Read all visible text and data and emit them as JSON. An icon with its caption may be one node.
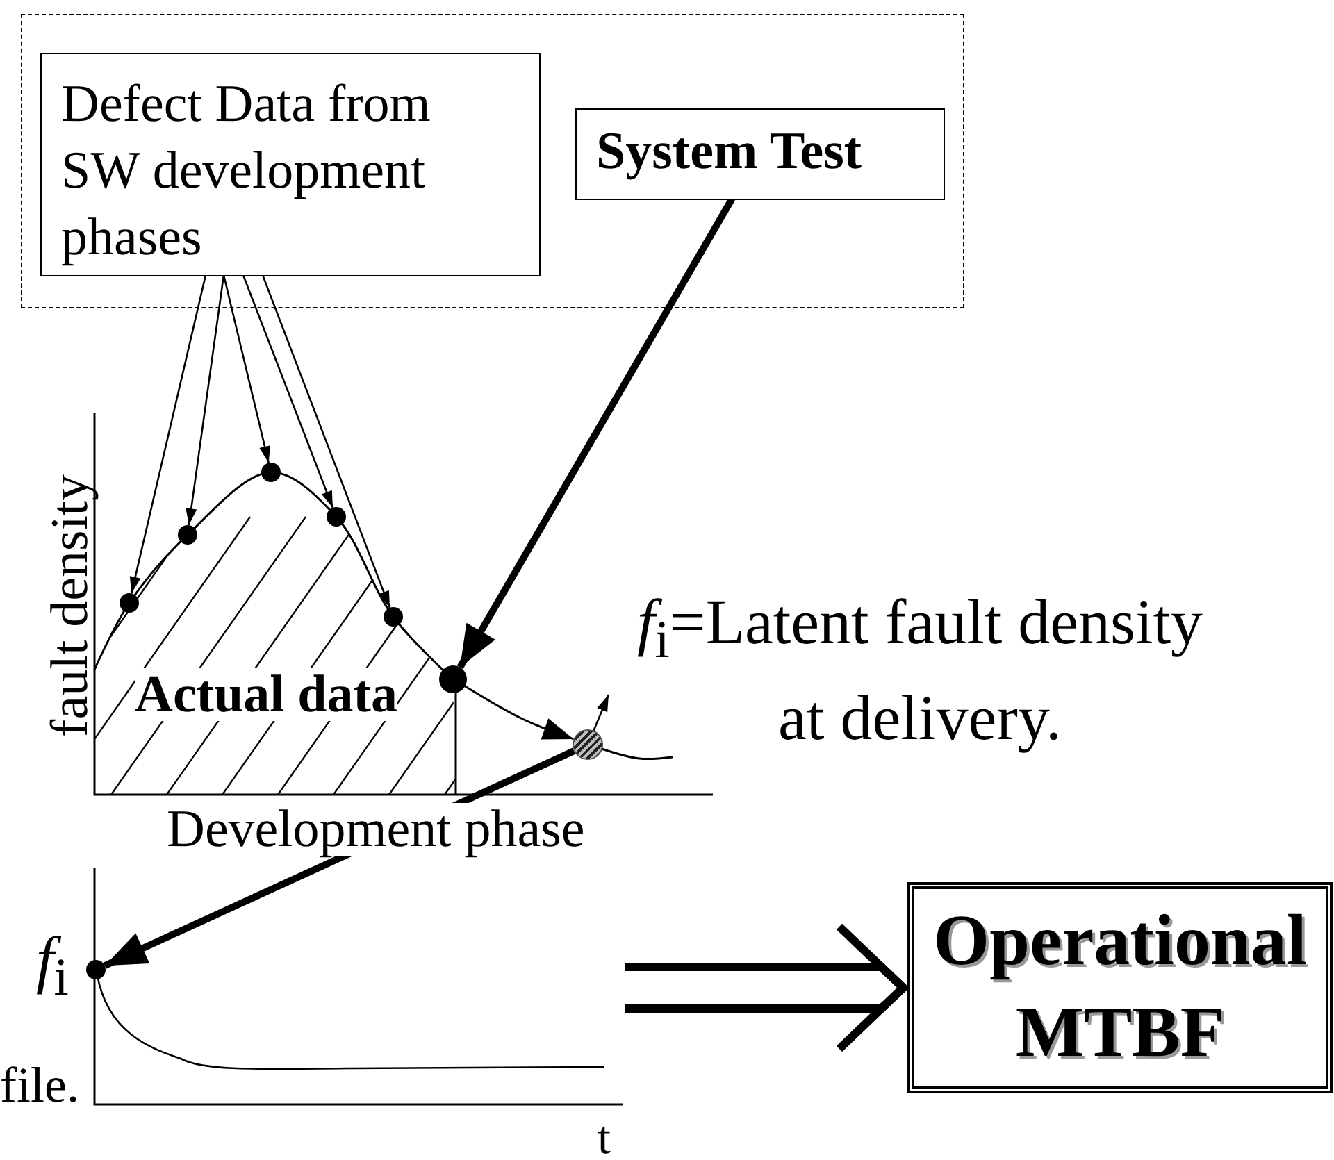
{
  "diagram": {
    "nodes": [
      {
        "text": [],
        "shape": "box"
      },
      {
        "text": [
          "Defect Data from SW development phases"
        ],
        "in": 0
      },
      {
        "text": [
          "System Test"
        ],
        "in": 0
      },
      {
        "text": [],
        "shape": "circle"
      },
      {
        "text": [],
        "shape": "circle"
      },
      {
        "text": [],
        "shape": "circle"
      },
      {
        "text": [],
        "shape": "circle"
      },
      {
        "text": [],
        "shape": "circle"
      },
      {
        "text": [],
        "shape": "circle"
      },
      {
        "text": [],
        "shape": "circle"
      },
      {
        "text": [
          "*f*$_{i}$=Latent fault density at delivery."
        ]
      },
      {
        "text": [],
        "shape": "picture"
      },
      {
        "text": [],
        "shape": "circle",
        "in": 11,
        "beside": [
          "*f*$_{i}$"
        ]
      },
      {
        "text": [
          "Operational MTBF"
        ]
      }
    ],
    "edges": [
      {
        "from": 1,
        "to": 3,
        "arrow": "to"
      },
      {
        "from": 1,
        "to": 4,
        "arrow": "to"
      },
      {
        "from": 1,
        "to": 5,
        "arrow": "to"
      },
      {
        "from": 1,
        "to": 6,
        "arrow": "to"
      },
      {
        "from": 1,
        "to": 7,
        "arrow": "to"
      },
      {
        "from": 2,
        "to": 8,
        "arrow": "to",
        "style": "thick"
      },
      {
        "from": 8,
        "to": 9,
        "arrow": "to"
      },
      {
        "from": 9,
        "to": 10,
        "arrow": "to"
      },
      {
        "from": 9,
        "to": 12,
        "arrow": "to",
        "style": "thick"
      },
      {
        "from": 11,
        "to": 13,
        "arrow": "to",
        "style": "thick"
      }
    ],
    "labels": [
      "fault density",
      "Actual data",
      "Development phase",
      "file.",
      "t"
    ]
  }
}
